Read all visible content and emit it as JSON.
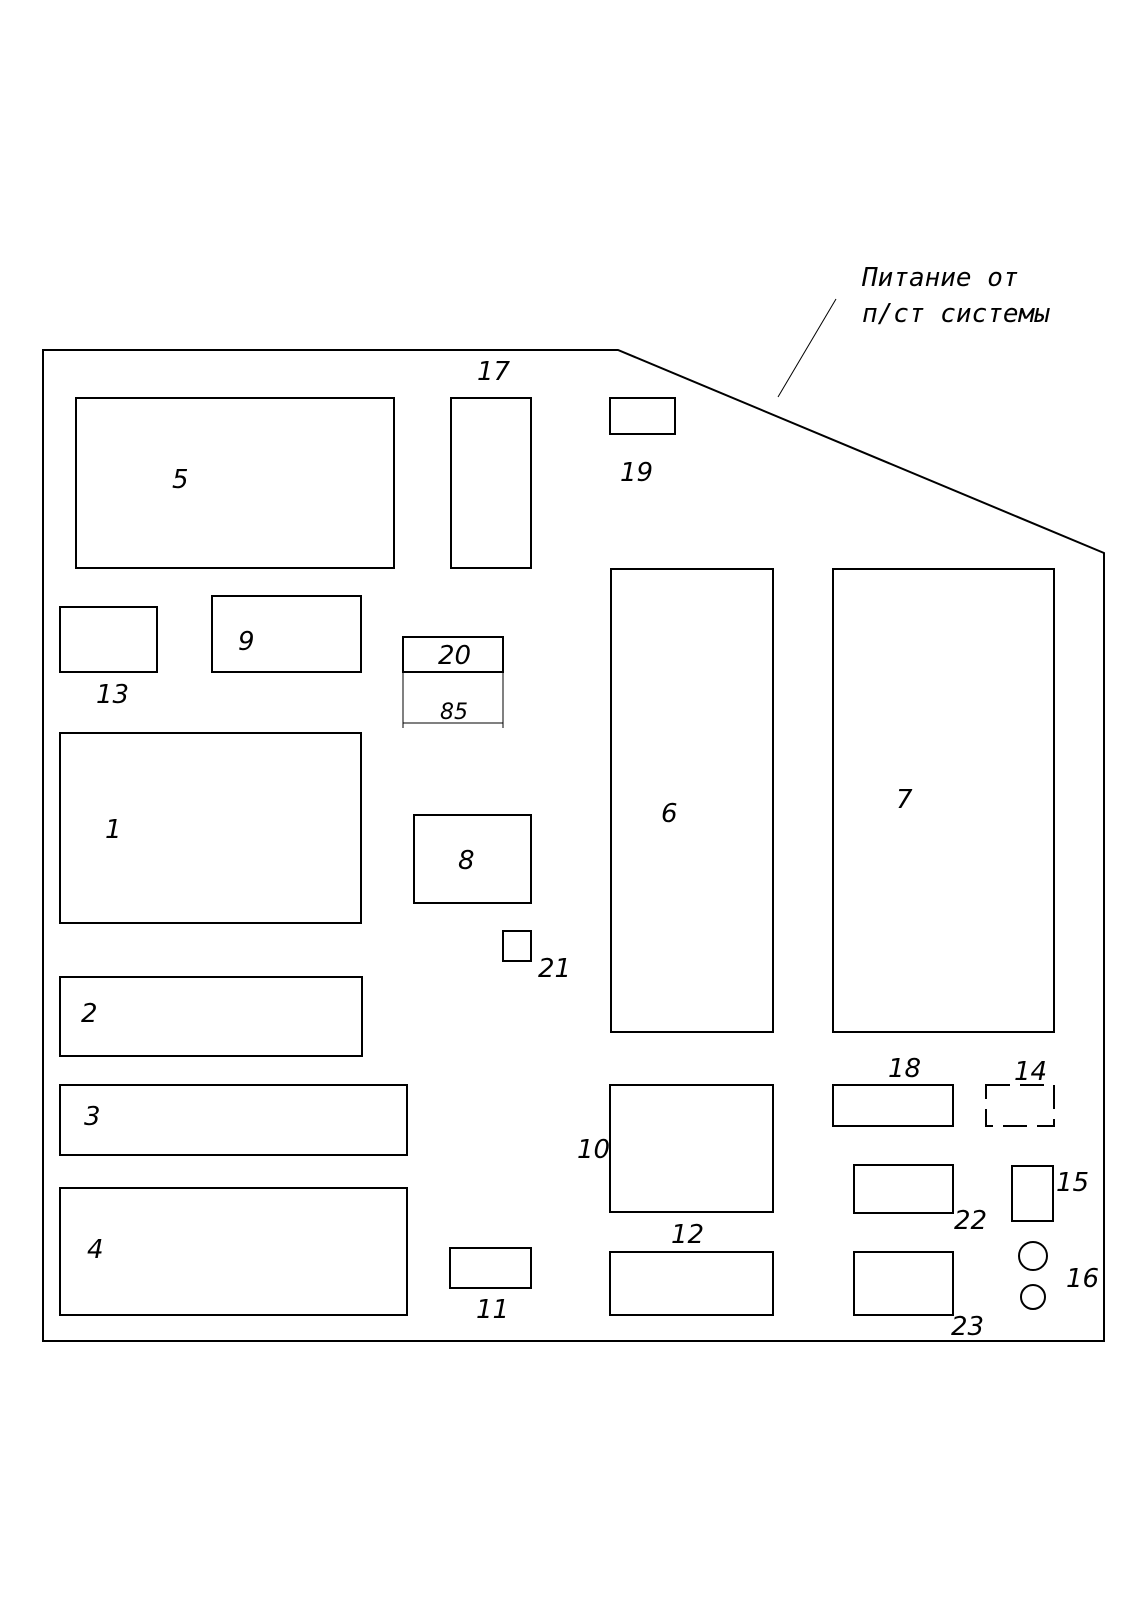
{
  "note": {
    "line1": "Питание от",
    "line2": "п/ст системы"
  },
  "labels": {
    "1": "1",
    "2": "2",
    "3": "3",
    "4": "4",
    "5": "5",
    "6": "6",
    "7": "7",
    "8": "8",
    "9": "9",
    "10": "10",
    "11": "11",
    "12": "12",
    "13": "13",
    "14": "14",
    "15": "15",
    "16": "16",
    "17": "17",
    "18": "18",
    "19": "19",
    "20": "20",
    "21": "21",
    "22": "22",
    "23": "23"
  },
  "dimension": "85"
}
